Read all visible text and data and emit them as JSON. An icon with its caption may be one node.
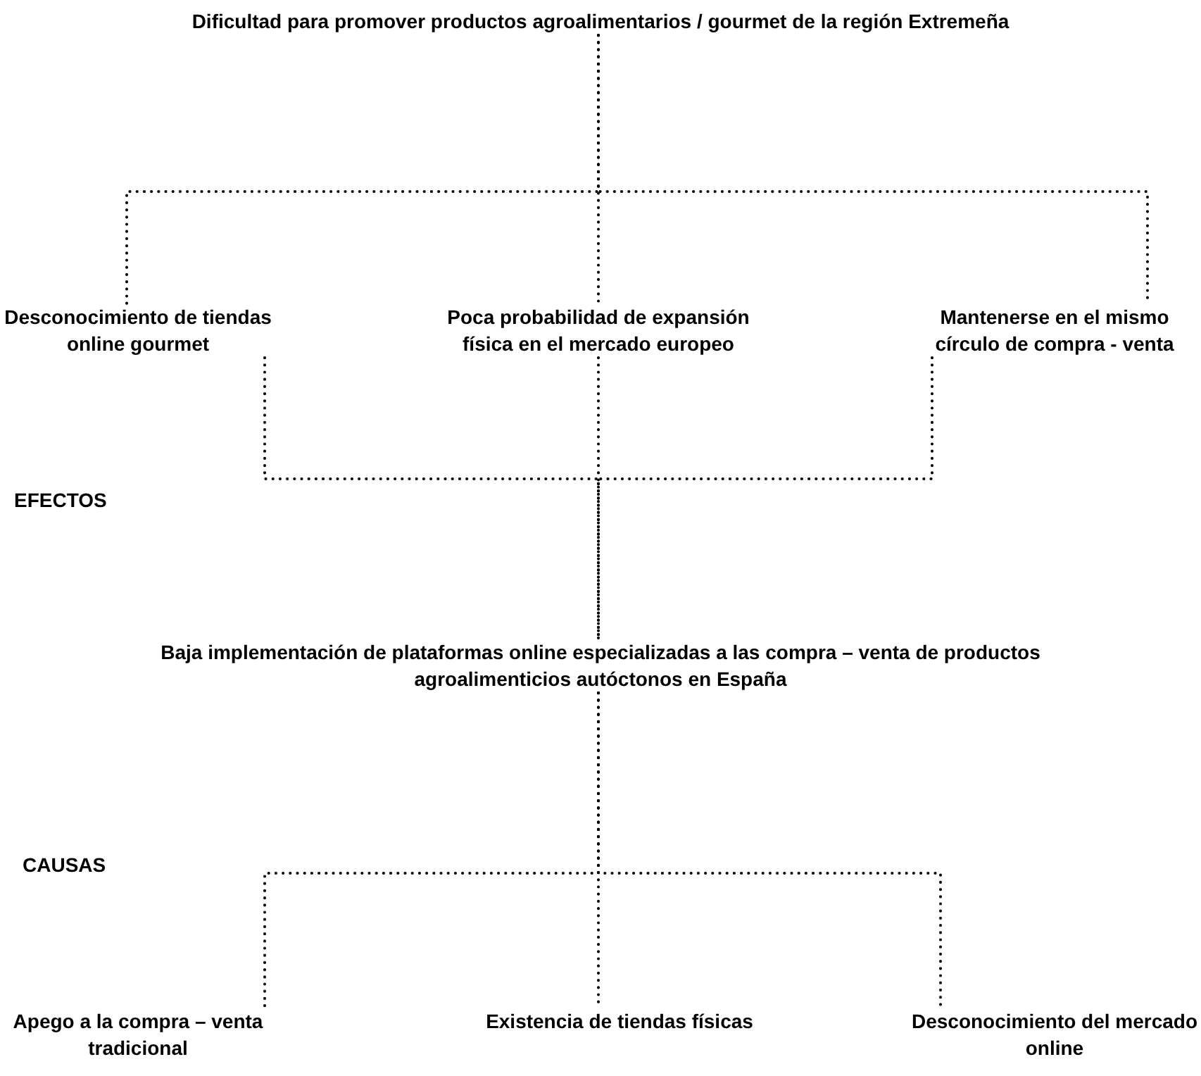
{
  "diagram": {
    "nodes": [
      {
        "text": [
          "Dificultad para promover productos agroalimentarios / gourmet de la región Extremeña"
        ]
      },
      {
        "text": [
          "Desconocimiento de tiendas online gourmet"
        ]
      },
      {
        "text": [
          "Poca probabilidad de expansión física en el mercado europeo"
        ]
      },
      {
        "text": [
          "Mantenerse en el mismo círculo de compra - venta"
        ]
      },
      {
        "text": [
          "Baja implementación de plataformas online especializadas a las compra – venta de productos agroalimenticios autóctonos en España"
        ]
      },
      {
        "text": [
          "Apego a la compra – venta tradicional"
        ]
      },
      {
        "text": [
          "Existencia de tiendas físicas"
        ]
      },
      {
        "text": [
          "Desconocimiento del mercado online"
        ]
      }
    ],
    "edges": [
      {
        "from": 0,
        "to": 1,
        "arrow": "none"
      },
      {
        "from": 0,
        "to": 2,
        "arrow": "none"
      },
      {
        "from": 0,
        "to": 3,
        "arrow": "none"
      },
      {
        "from": 1,
        "to": 4,
        "arrow": "none"
      },
      {
        "from": 2,
        "to": 4,
        "arrow": "none"
      },
      {
        "from": 3,
        "to": 4,
        "arrow": "none"
      },
      {
        "from": 4,
        "to": 5,
        "arrow": "none"
      },
      {
        "from": 4,
        "to": 6,
        "arrow": "none"
      },
      {
        "from": 4,
        "to": 7,
        "arrow": "none"
      }
    ],
    "labels": [
      "EFECTOS",
      "CAUSAS"
    ]
  }
}
